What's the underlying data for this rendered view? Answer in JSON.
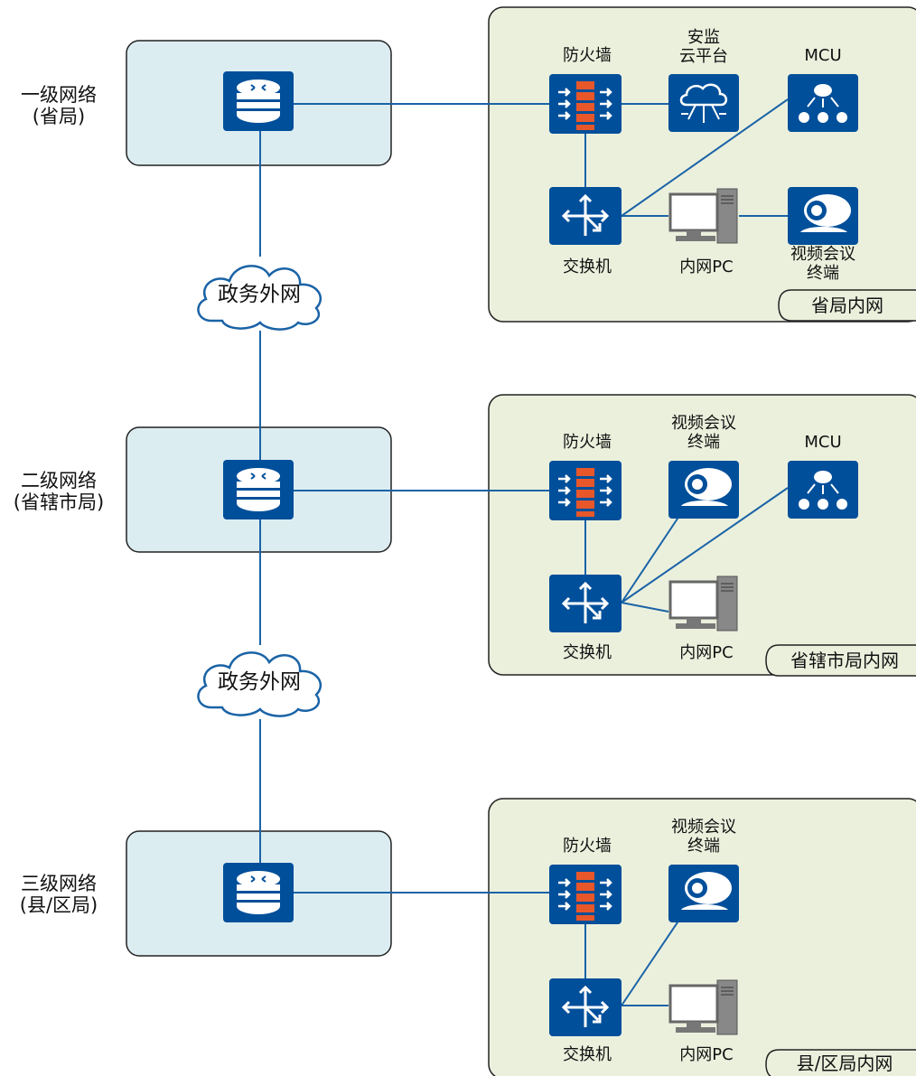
{
  "colors": {
    "device_blue": "#004f9a",
    "lan_fill": "#ebf0dd",
    "wan_fill": "#dcedf2",
    "link_blue": "#1a63a6",
    "firewall_brick": "#e8572a",
    "pc_gray": "#888888"
  },
  "tiers": [
    {
      "label_lines": [
        "一级网络",
        "(省局)"
      ],
      "region_label": "省局内网",
      "devices": {
        "firewall": "防火墙",
        "platform": [
          "安监",
          "云平台"
        ],
        "mcu": "MCU",
        "switch": "交换机",
        "pc": "内网PC",
        "terminal": [
          "视频会议",
          "终端"
        ]
      }
    },
    {
      "label_lines": [
        "二级网络",
        "(省辖市局)"
      ],
      "region_label": "省辖市局内网",
      "devices": {
        "firewall": "防火墙",
        "terminal": [
          "视频会议",
          "终端"
        ],
        "mcu": "MCU",
        "switch": "交换机",
        "pc": "内网PC"
      }
    },
    {
      "label_lines": [
        "三级网络",
        "(县/区局)"
      ],
      "region_label": "县/区局内网",
      "devices": {
        "firewall": "防火墙",
        "terminal": [
          "视频会议",
          "终端"
        ],
        "switch": "交换机",
        "pc": "内网PC"
      }
    }
  ],
  "clouds": [
    "政务外网",
    "政务外网"
  ],
  "icons": [
    "router-icon",
    "firewall-icon",
    "cloud-platform-icon",
    "mcu-icon",
    "switch-icon",
    "pc-icon",
    "video-terminal-icon",
    "cloud-icon"
  ]
}
